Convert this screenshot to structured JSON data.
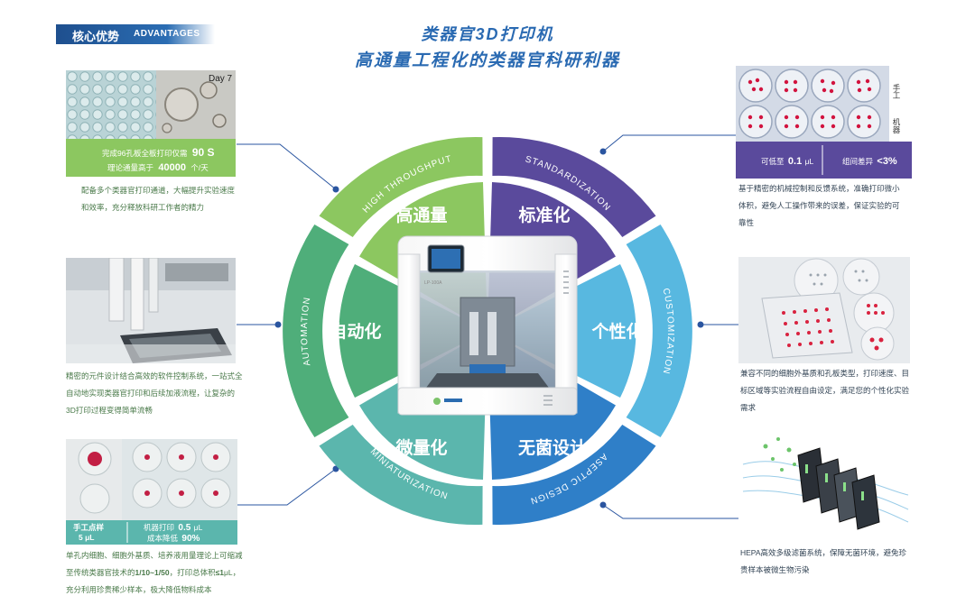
{
  "badge": {
    "cn": "核心优势",
    "en": "ADVANTAGES"
  },
  "title": {
    "line1": "类器官3D打印机",
    "line2": "高通量工程化的类器官科研利器"
  },
  "colors": {
    "high_throughput": "#8cc760",
    "standardization": "#5a4a9c",
    "customization": "#58b8e0",
    "aseptic": "#2f7fc8",
    "miniaturization": "#5bb6ad",
    "automation": "#4fae7a",
    "title_blue": "#2a6ab2"
  },
  "segments": {
    "high_throughput": {
      "label": "高通量",
      "ring": "HIGH THROUGHPUT"
    },
    "standardization": {
      "label": "标准化",
      "ring": "STANDARDIZATION"
    },
    "customization": {
      "label": "个性化",
      "ring": "CUSTOMIZATION"
    },
    "aseptic": {
      "label": "无菌设计",
      "ring": "ASEPTIC DESIGN"
    },
    "miniaturization": {
      "label": "微量化",
      "ring": "MINIATURIZATION"
    },
    "automation": {
      "label": "自动化",
      "ring": "AUTOMATION"
    }
  },
  "device": {
    "model": "LP-100A"
  },
  "panels": {
    "high_throughput": {
      "day_label": "Day 7",
      "line1_prefix": "完成96孔板全板打印仅需",
      "line1_value": "90 S",
      "line2_prefix": "理论通量高于",
      "line2_value": "40000",
      "line2_suffix": "个/天",
      "note": "配备多个类器官打印通道，大幅提升实验速度和效率，充分释放科研工作者的精力"
    },
    "standardization": {
      "side_top": "手工",
      "side_bottom": "机器",
      "stat1_prefix": "可低至",
      "stat1_value": "0.1",
      "stat1_unit": "μL",
      "stat2_prefix": "组间差异",
      "stat2_value": "<3%",
      "note": "基于精密的机械控制和反馈系统，准确打印微小体积，避免人工操作带来的误差，保证实验的可靠性"
    },
    "automation": {
      "note": "精密的元件设计结合高效的软件控制系统，一站式全自动地实现类器官打印和后续加液流程，让复杂的3D打印过程变得简单流畅"
    },
    "customization": {
      "note": "兼容不同的细胞外基质和孔板类型，打印速度、目标区域等实验流程自由设定，满足您的个性化实验需求"
    },
    "miniaturization": {
      "manual_label": "手工点样",
      "manual_value": "5 μL",
      "machine_prefix": "机器打印",
      "machine_value": "0.5",
      "machine_unit": "μL",
      "cost_prefix": "成本降低",
      "cost_value": "90%",
      "note_a": "单孔内细胞、细胞外基质、培养液用量理论上可缩减至传统类器官技术的",
      "note_ratio": "1/10~1/50",
      "note_b": "，打印总体积",
      "note_le": "≤1",
      "note_c": "μL，充分利用珍贵稀少样本，极大降低物料成本"
    },
    "aseptic": {
      "note": "HEPA高效多级滤菌系统，保障无菌环境，避免珍贵样本被微生物污染"
    }
  }
}
